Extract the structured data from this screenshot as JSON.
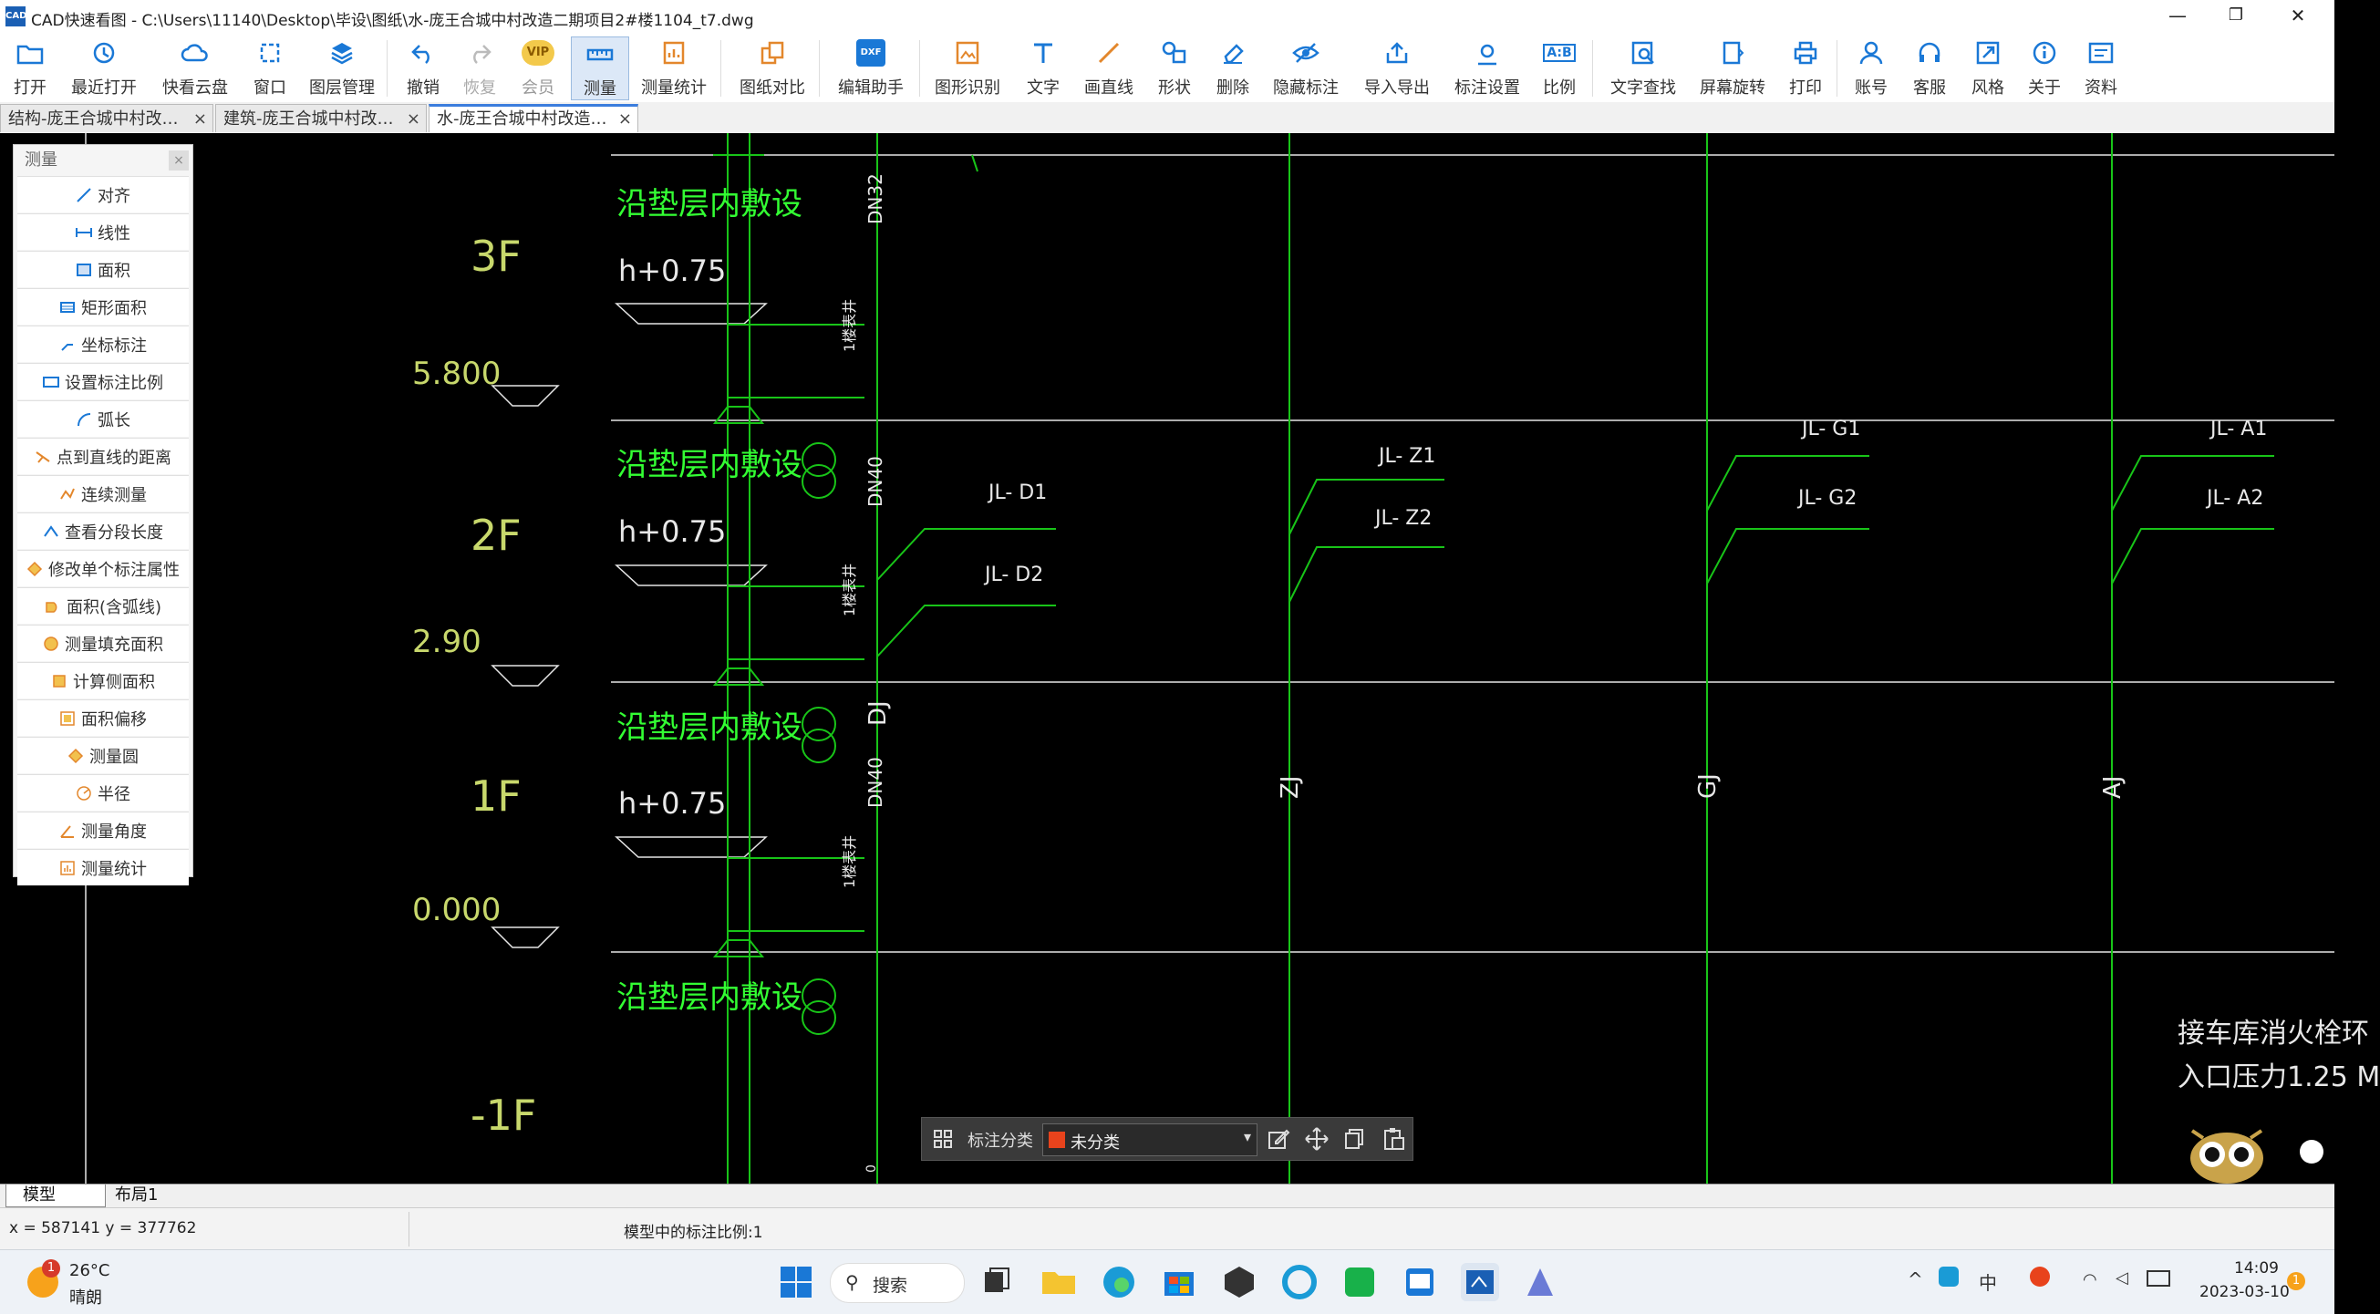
{
  "window": {
    "title": "CAD快速看图 - C:\\Users\\11140\\Desktop\\毕设\\图纸\\水-庞王合城中村改造二期项目2#楼1104_t7.dwg",
    "app_icon_text": "CAD",
    "minimize": "—",
    "maximize": "❐",
    "close": "✕"
  },
  "toolbar": {
    "open": "打开",
    "recent": "最近打开",
    "cloud": "快看云盘",
    "window": "窗口",
    "layers": "图层管理",
    "undo": "撤销",
    "redo": "恢复",
    "vip": "会员",
    "measure": "测量",
    "measure_stats": "测量统计",
    "compare": "图纸对比",
    "edit_helper": "编辑助手",
    "shape_recog": "图形识别",
    "text": "文字",
    "line": "画直线",
    "shape": "形状",
    "delete": "删除",
    "hide_mark": "隐藏标注",
    "import_export": "导入导出",
    "mark_settings": "标注设置",
    "scale": "比例",
    "text_find": "文字查找",
    "rotate": "屏幕旋转",
    "print": "打印",
    "account": "账号",
    "service": "客服",
    "style": "风格",
    "about": "关于",
    "resources": "资料",
    "vip_icon_text": "VIP",
    "edit_icon_text": "DXF",
    "scale_icon_text": "A:B"
  },
  "tabs": [
    {
      "label": "结构-庞王合城中村改…"
    },
    {
      "label": "建筑-庞王合城中村改…"
    },
    {
      "label": "水-庞王合城中村改造…"
    }
  ],
  "tab_close": "×",
  "panel": {
    "title": "测量",
    "close": "×",
    "items": [
      "对齐",
      "线性",
      "面积",
      "矩形面积",
      "坐标标注",
      "设置标注比例",
      "弧长",
      "点到直线的距离",
      "连续测量",
      "查看分段长度",
      "修改单个标注属性",
      "面积(含弧线)",
      "测量填充面积",
      "计算侧面积",
      "面积偏移",
      "测量圆",
      "半径",
      "测量角度",
      "测量统计"
    ]
  },
  "drawing": {
    "floors": [
      "3F",
      "2F",
      "1F",
      "-1F"
    ],
    "elevations": [
      "5.800",
      "2.90",
      "0.000"
    ],
    "heights": [
      "h+0.75",
      "h+0.75",
      "h+0.75"
    ],
    "laying_note": "沿垫层内敷设",
    "pipe_sizes": [
      "DN32",
      "DN40",
      "DN40"
    ],
    "risers": [
      "DJ",
      "ZJ",
      "GJ",
      "AJ"
    ],
    "labels": {
      "d1": "JL- D1",
      "d2": "JL- D2",
      "z1": "JL- Z1",
      "z2": "JL- Z2",
      "g1": "JL- G1",
      "g2": "JL- G2",
      "a1": "JL- A1",
      "a2": "JL- A2"
    },
    "note_line1": "接车库消火栓环",
    "note_line2": "入口压力1.25 M",
    "meter_label": "1楼表井",
    "bottom_zero": "0"
  },
  "floatbar": {
    "label": "标注分类",
    "category": "未分类",
    "category_color": "#e8431c"
  },
  "layout_tabs": {
    "model": "模型",
    "layout1": "布局1"
  },
  "status": {
    "coords": "x = 587141  y = 377762",
    "scale_text": "模型中的标注比例:1"
  },
  "taskbar": {
    "temp": "26°C",
    "weather": "晴朗",
    "weather_badge": "1",
    "search": "搜索",
    "time": "14:09",
    "date": "2023-03-10",
    "ime": "中",
    "notify_badge": "1"
  },
  "colors": {
    "line_green": "#18c418",
    "text_green": "#33ff33",
    "label_white": "#e8e8e8",
    "grid_white": "#e6e6e6",
    "accent_blue": "#1a78d6"
  }
}
